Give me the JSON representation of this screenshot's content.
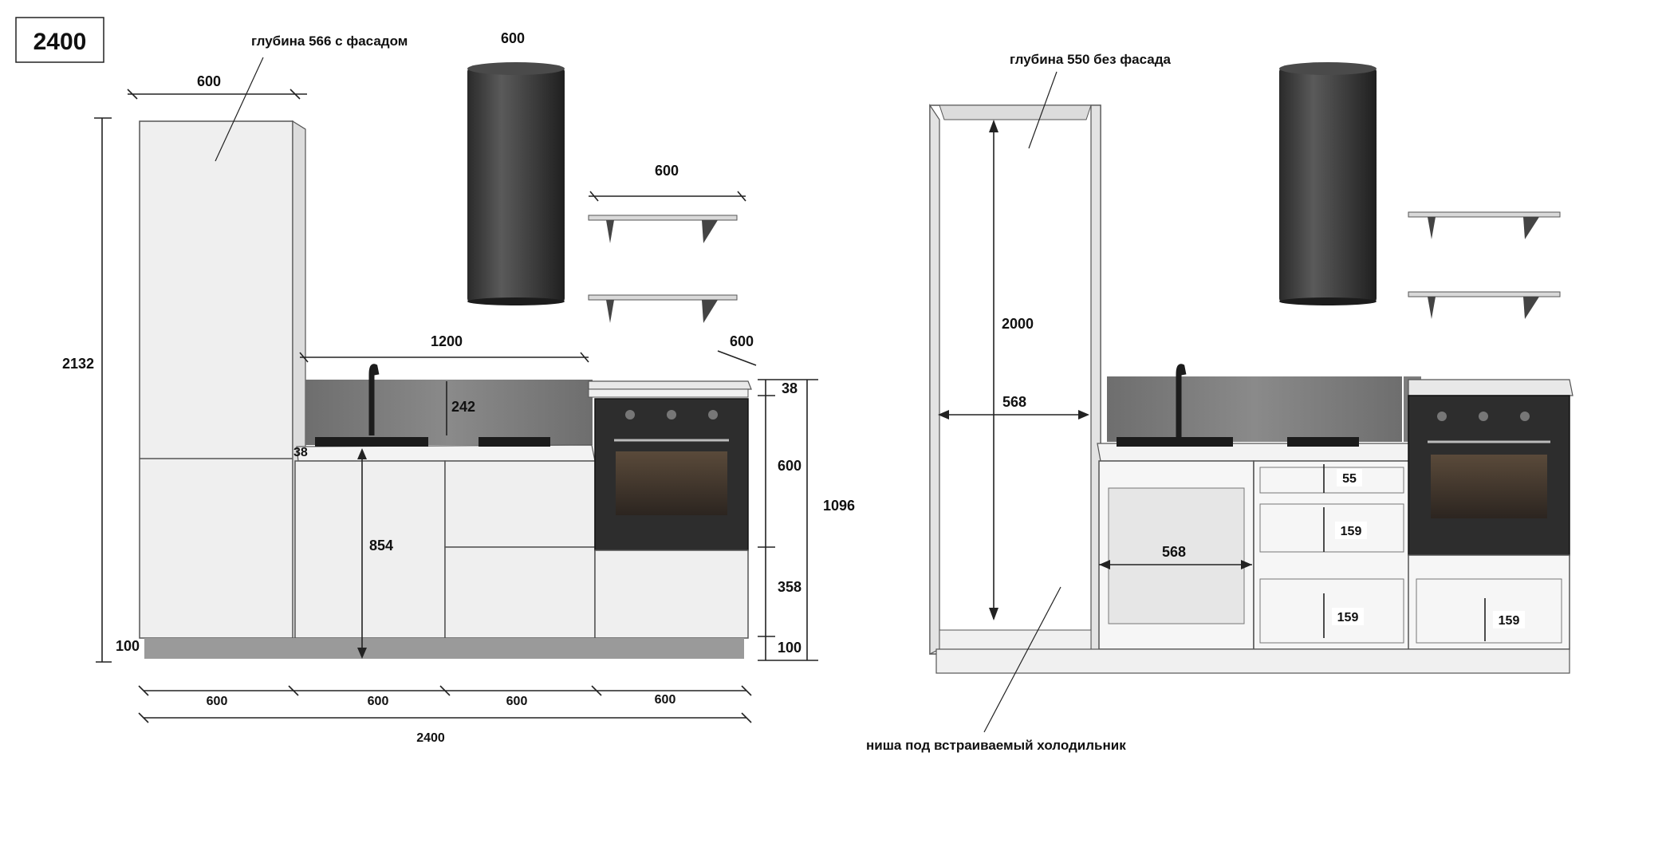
{
  "title_badge": "2400",
  "left": {
    "notes": {
      "depth": "глубина 566 с фасадом"
    },
    "dims": {
      "column_width": "600",
      "total_height": "2132",
      "plinth_left": "100",
      "hood_width": "600",
      "shelf_width": "600",
      "counter_span": "1200",
      "right_depth": "600",
      "splash": "242",
      "worktop_thickness": "38",
      "base_height": "854",
      "top_strip": "38",
      "oven_height": "600",
      "lower_drawer": "358",
      "plinth_right": "100",
      "right_total": "1096",
      "bottom_1": "600",
      "bottom_2": "600",
      "bottom_3": "600",
      "bottom_4": "600",
      "overall": "2400"
    }
  },
  "right": {
    "notes": {
      "depth": "глубина 550 без фасада",
      "niche": "ниша под встраиваемый холодильник"
    },
    "dims": {
      "niche_height": "2000",
      "niche_width": "568",
      "sink_width": "568",
      "drawer_1": "55",
      "drawer_2": "159",
      "drawer_3": "159",
      "drawer_4": "159"
    }
  },
  "colors": {
    "cabinet": "#ededed",
    "outline": "#4a4a4a",
    "dark": "#2f2f2f",
    "plinth": "#9a9a9a",
    "splashback": "#7a7a7a",
    "hood": "#3a3a3a"
  }
}
